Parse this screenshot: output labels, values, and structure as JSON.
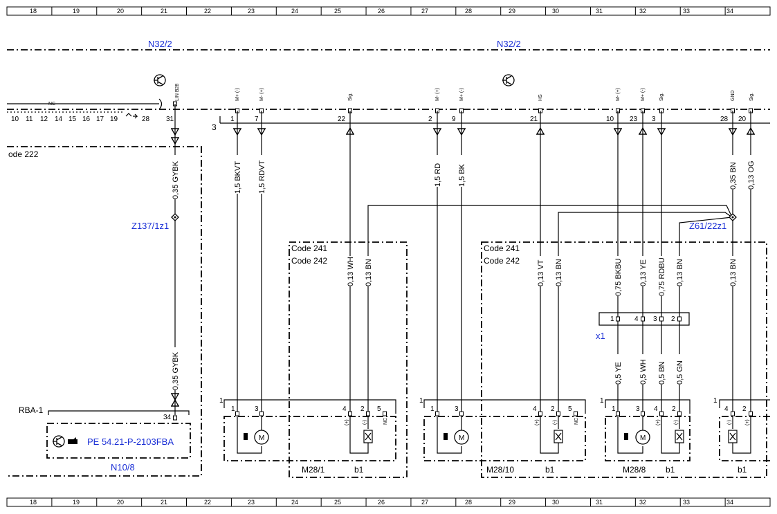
{
  "grid_numbers": [
    "18",
    "19",
    "20",
    "21",
    "22",
    "23",
    "24",
    "25",
    "26",
    "27",
    "28",
    "29",
    "30",
    "31",
    "32",
    "33",
    "34"
  ],
  "modules": {
    "left": "N32/2",
    "right": "N32/2"
  },
  "left_connector": {
    "nc": "NC",
    "pins": [
      "10",
      "11",
      "12",
      "14",
      "15",
      "16",
      "17",
      "19",
      "28",
      "31"
    ],
    "b28_label": "LIN B28"
  },
  "bus_label": "3",
  "top_pins": [
    {
      "pin": "1",
      "sig": "M+ (-)"
    },
    {
      "pin": "7",
      "sig": "M- (+)"
    },
    {
      "pin": "22",
      "sig": "Sig."
    },
    {
      "pin": "2",
      "sig": "M- (+)"
    },
    {
      "pin": "9",
      "sig": "M+ (-)"
    },
    {
      "pin": "21",
      "sig": "HS"
    },
    {
      "pin": "10",
      "sig": "M- (+)"
    },
    {
      "pin": "23",
      "sig": "M+ (-)"
    },
    {
      "pin": "3",
      "sig": "Sig."
    },
    {
      "pin": "28",
      "sig": "GND"
    },
    {
      "pin": "20",
      "sig": "Sig."
    }
  ],
  "code_222": "ode 222",
  "wires_upper": [
    "0,35 GYBK",
    "1,5 BKVT",
    "1,5 RDVT",
    "1,5 RD",
    "1,5 BK",
    "0,35 BN",
    "0,13 OG"
  ],
  "wires_mid": [
    "0,13 WH",
    "0,13 BN",
    "0,13 VT",
    "0,13 BN",
    "0,75 BKBU",
    "0,13 YE",
    "0,75 RDBU",
    "0,13 BN",
    "0,13 BN"
  ],
  "wires_lower": [
    "0,35 GYBK",
    "0,5 YE",
    "0,5 WH",
    "0,5 BN",
    "0,5 GN"
  ],
  "splices": {
    "z137": "Z137/1z1",
    "z61": "Z61/22z1"
  },
  "code_boxes": [
    {
      "code1": "Code 241",
      "code2": "Code 242"
    },
    {
      "code1": "Code 241",
      "code2": "Code 242"
    }
  ],
  "connector_x1": {
    "name": "x1",
    "pins": [
      "1",
      "4",
      "3",
      "2"
    ]
  },
  "rba": {
    "label": "RBA-1",
    "pin": "34"
  },
  "n10_8": {
    "ref": "PE 54.21-P-2103FBA",
    "name": "N10/8"
  },
  "components": [
    {
      "name": "M28/1",
      "part": "b1"
    },
    {
      "name": "M28/10",
      "part": "b1"
    },
    {
      "name": "M28/8",
      "part": "b1"
    },
    {
      "name": "",
      "part": "b1"
    }
  ],
  "comp_pins": {
    "m28_1": [
      "1",
      "3",
      "4",
      "2",
      "5"
    ],
    "m28_10": [
      "1",
      "3",
      "4",
      "2",
      "5"
    ],
    "m28_8": [
      "1",
      "3",
      "4",
      "2"
    ],
    "right": [
      "4",
      "2"
    ]
  },
  "pin_signs": {
    "plus": "(+)",
    "minus": "(-)",
    "nc": "NC",
    "one": "1"
  }
}
